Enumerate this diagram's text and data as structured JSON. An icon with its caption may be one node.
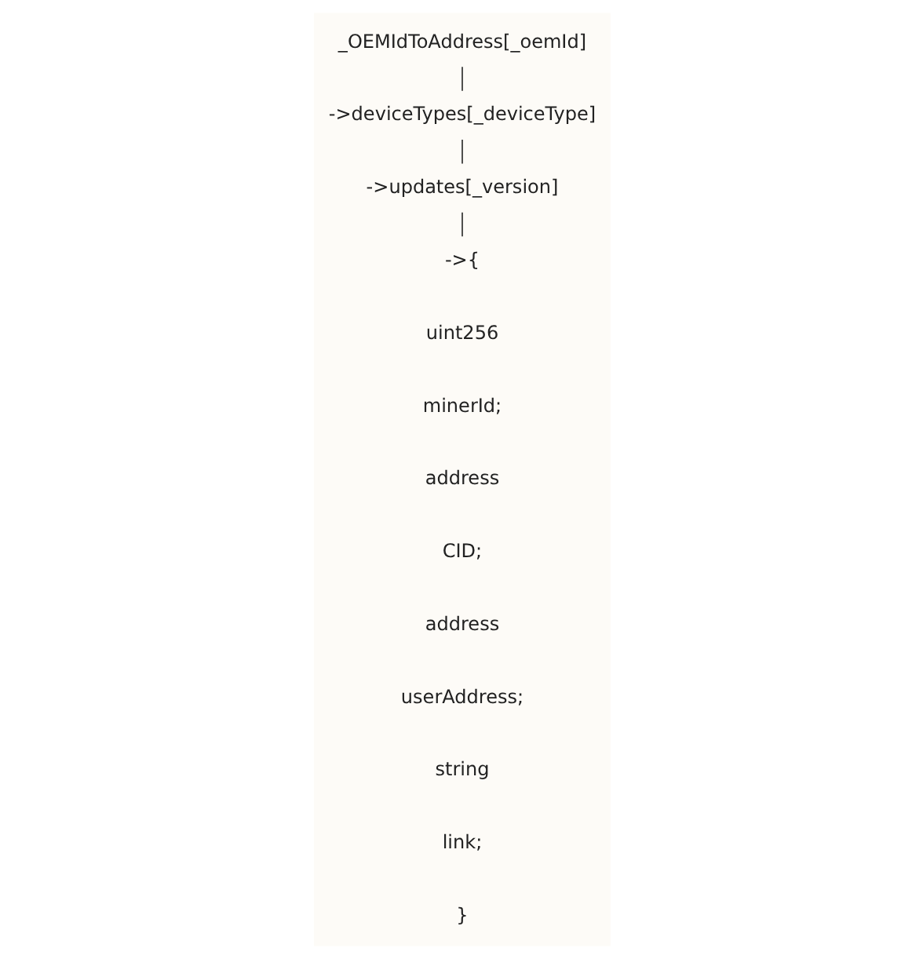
{
  "diagram": {
    "nodes": [
      {
        "text": [
          "_OEMIdToAddress[_oemId]"
        ]
      },
      {
        "text": [
          "->deviceTypes[_deviceType]"
        ]
      },
      {
        "text": [
          "->updates[_version]"
        ]
      },
      {
        "text": [
          "->{"
        ]
      }
    ],
    "edges": [
      {
        "from": 0,
        "to": 1,
        "arrow": "none"
      },
      {
        "from": 1,
        "to": 2,
        "arrow": "none"
      },
      {
        "from": 2,
        "to": 3,
        "arrow": "none"
      }
    ],
    "labels": [
      "uint256",
      "minerId;",
      "address",
      "CID;",
      "address",
      "userAddress;",
      "string",
      "link;",
      "}"
    ]
  }
}
